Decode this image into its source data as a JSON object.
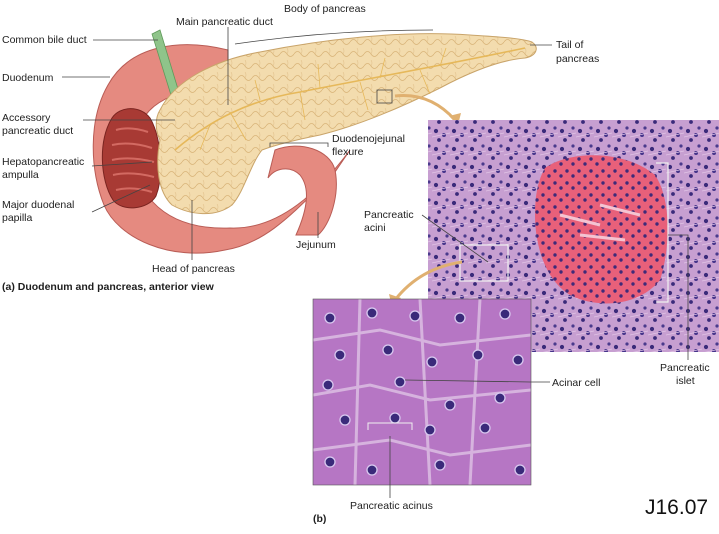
{
  "figure_code": "J16.07",
  "panel_a": {
    "caption": "(a) Duodenum and pancreas, anterior view",
    "labels": {
      "common_bile_duct": "Common bile duct",
      "main_pancreatic_duct": "Main pancreatic duct",
      "body_of_pancreas": "Body of pancreas",
      "tail_of_pancreas_1": "Tail of",
      "tail_of_pancreas_2": "pancreas",
      "duodenum": "Duodenum",
      "accessory_duct_1": "Accessory",
      "accessory_duct_2": "pancreatic duct",
      "hepatopancreatic_ampulla_1": "Hepatopancreatic",
      "hepatopancreatic_ampulla_2": "ampulla",
      "major_duodenal_papilla_1": "Major duodenal",
      "major_duodenal_papilla_2": "papilla",
      "duodenojejunal_flexure_1": "Duodenojejunal",
      "duodenojejunal_flexure_2": "flexure",
      "jejunum": "Jejunum",
      "head_of_pancreas": "Head of pancreas"
    }
  },
  "panel_b": {
    "caption": "(b)",
    "labels": {
      "pancreatic_acini_1": "Pancreatic",
      "pancreatic_acini_2": "acini",
      "pancreatic_islet_1": "Pancreatic",
      "pancreatic_islet_2": "islet",
      "acinar_cell": "Acinar cell",
      "pancreatic_acinus": "Pancreatic acinus"
    }
  },
  "colors": {
    "pancreas": "#f2d9a8",
    "duodenum": "#e58a80",
    "duodenum_inner": "#a83a34",
    "bile_duct": "#8fc48a",
    "tissue_bg": "#c69ad0",
    "islet": "#e9607a",
    "nucleus": "#3a2a7a",
    "acinus_bg": "#b676c4"
  }
}
